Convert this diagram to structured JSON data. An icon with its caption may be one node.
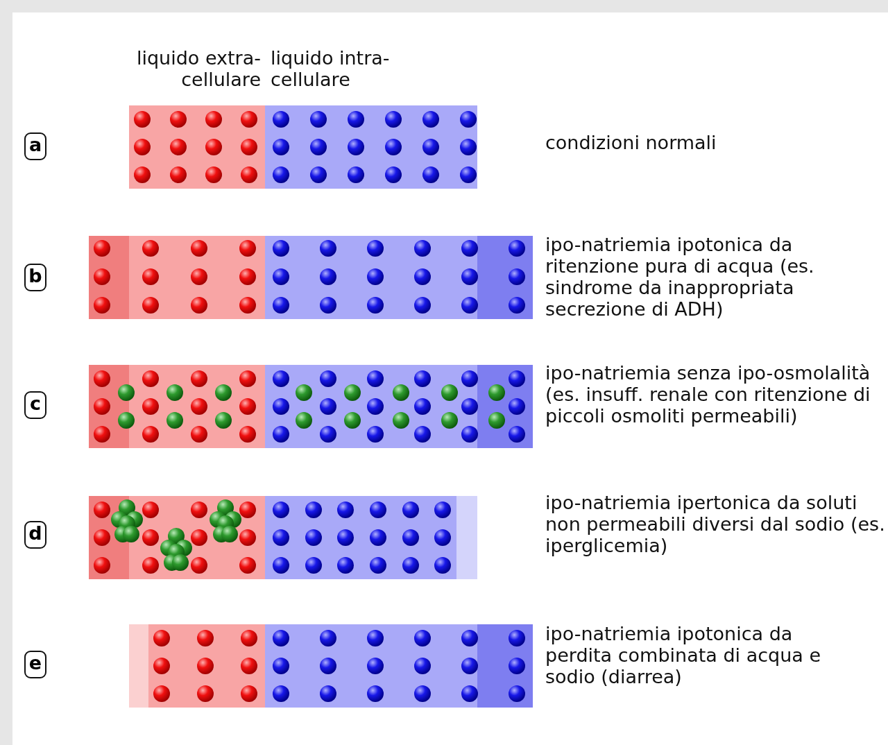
{
  "diagram": {
    "nodes": [
      {
        "text": [
          "a"
        ]
      },
      {
        "text": [
          "b"
        ]
      },
      {
        "text": [
          "c"
        ]
      },
      {
        "text": [
          "d"
        ]
      },
      {
        "text": [
          "e"
        ]
      }
    ],
    "labels": [
      "liquido extra-cellulare",
      "liquido intra-cellulare",
      "condizioni normali",
      "ipo-natriemia ipotonica da ritenzione pura di acqua (es. sindrome da inappropriata secrezione di ADH)",
      "ipo-natriemia senza ipo-osmolalità (es. insuff. renale con ritenzione di piccoli osmoliti permeabili)",
      "ipo-natriemia ipertonica da soluti non permeabili diversi dal sodio (es. iperglicemia)",
      "ipo-natriemia ipotonica da perdita combinata di acqua e sodio (diarrea)"
    ]
  }
}
